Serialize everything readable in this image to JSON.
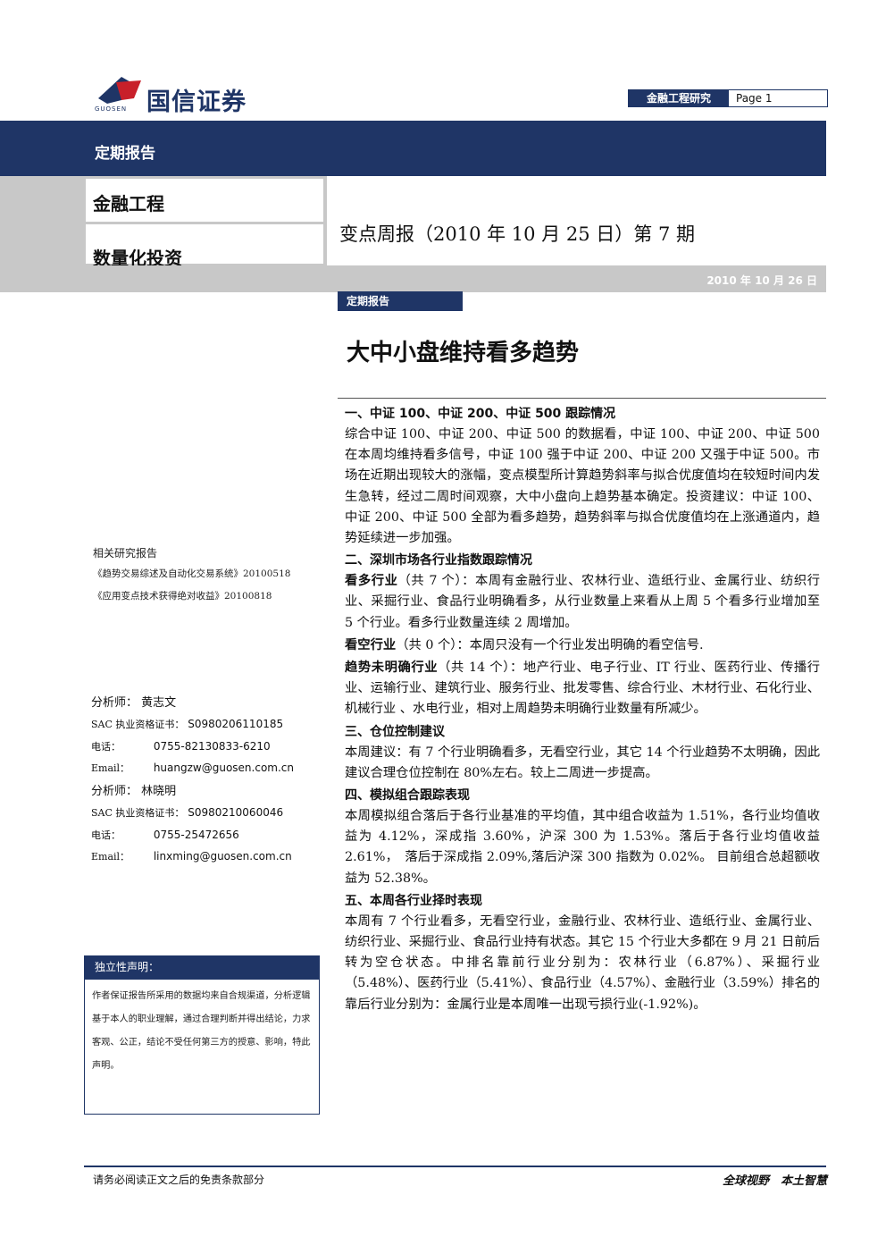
{
  "header": {
    "logo_text": "国信证券",
    "logo_sub": "GUOSEN",
    "tag_dept": "金融工程研究",
    "tag_page": "Page 1",
    "bar_label": "定期报告",
    "category_1": "金融工程",
    "category_2": "数量化投资",
    "title": "变点周报（2010 年 10 月 25 日）第 7 期",
    "date": "2010 年 10 月 26 日",
    "report_label": "定期报告",
    "headline": "大中小盘维持看多趋势"
  },
  "sections": {
    "s1_title": "一、中证 100、中证 200、中证 500 跟踪情况",
    "s1_text": "综合中证 100、中证 200、中证 500 的数据看，中证 100、中证 200、中证 500 在本周均维持看多信号，中证 100 强于中证 200、中证 200 又强于中证 500。市场在近期出现较大的涨幅，变点模型所计算趋势斜率与拟合优度值均在较短时间内发生急转，经过二周时间观察，大中小盘向上趋势基本确定。投资建议：中证 100、中证 200、中证 500 全部为看多趋势，趋势斜率与拟合优度值均在上涨通道内，趋势延续进一步加强。",
    "s2_title": "二、深圳市场各行业指数跟踪情况",
    "s2_p1_lead": "看多行业",
    "s2_p1_count": "（共 7 个）：",
    "s2_p1_text": "本周有金融行业、农林行业、造纸行业、金属行业、纺织行业、采掘行业、食品行业明确看多，从行业数量上来看从上周 5 个看多行业增加至 5 个行业。看多行业数量连续 2 周增加。",
    "s2_p2_lead": "看空行业",
    "s2_p2_count": "（共 0 个）：",
    "s2_p2_text": "本周只没有一个行业发出明确的看空信号.",
    "s2_p3_lead": "趋势未明确行业",
    "s2_p3_count": "（共 14 个）：",
    "s2_p3_text": "地产行业、电子行业、IT 行业、医药行业、传播行业、运输行业、建筑行业、服务行业、批发零售、综合行业、木材行业、石化行业、机械行业 、水电行业，相对上周趋势未明确行业数量有所减少。",
    "s3_title": "三、仓位控制建议",
    "s3_text": "本周建议：有 7 个行业明确看多，无看空行业，其它 14 个行业趋势不太明确，因此建议合理仓位控制在 80%左右。较上二周进一步提高。",
    "s4_title": "四、模拟组合跟踪表现",
    "s4_text": "本周模拟组合落后于各行业基准的平均值，其中组合收益为 1.51%，各行业均值收益为 4.12%，深成指 3.60%，沪深 300 为 1.53%。落后于各行业均值收益 2.61%，　落后于深成指 2.09%,落后沪深 300 指数为 0.02%。 目前组合总超额收益为 52.38%。",
    "s5_title": "五、本周各行业择时表现",
    "s5_text": "本周有 7 个行业看多，无看空行业，金融行业、农林行业、造纸行业、金属行业、纺织行业、采掘行业、食品行业持有状态。其它 15 个行业大多都在 9 月 21 日前后转为空仓状态。中排名靠前行业分别为：农林行业（6.87%）、采掘行业（5.48%）、医药行业（5.41%）、食品行业（4.57%）、金融行业（3.59%）排名的靠后行业分别为：金属行业是本周唯一出现亏损行业(-1.92%)。"
  },
  "sidebar": {
    "related_title": "相关研究报告",
    "related_1": "《趋势交易综述及自动化交易系统》20100518",
    "related_2": "《应用变点技术获得绝对收益》20100818",
    "analyst1_label": "分析师：",
    "analyst1_name": "黄志文",
    "sac1_label": "SAC 执业资格证书：",
    "sac1_val": "S0980206110185",
    "tel1_label": "电话：",
    "tel1_val": "0755-82130833-6210",
    "email1_label": "Email：",
    "email1_val": "huangzw@guosen.com.cn",
    "analyst2_label": "分析师：",
    "analyst2_name": "林晓明",
    "sac2_label": "SAC 执业资格证书：",
    "sac2_val": "S0980210060046",
    "tel2_label": "电话：",
    "tel2_val": "0755-25472656",
    "email2_label": "Email：",
    "email2_val": "linxming@guosen.com.cn",
    "disclaimer_title": "独立性声明：",
    "disclaimer_text": "作者保证报告所采用的数据均来自合规渠道，分析逻辑基于本人的职业理解，通过合理判断并得出结论，力求客观、公正，结论不受任何第三方的授意、影响，特此声明。"
  },
  "footer": {
    "left": "请务必阅读正文之后的免责条款部分",
    "right": "全球视野　本土智慧"
  },
  "colors": {
    "navy": "#1f3566",
    "grey": "#c8c8c8",
    "logo_red": "#c8202a"
  }
}
